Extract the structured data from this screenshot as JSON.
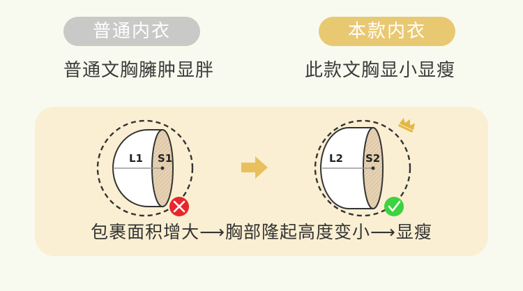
{
  "header": {
    "left_badge": "普通内衣",
    "right_badge": "本款内衣",
    "left_desc": "普通文胸臃肿显胖",
    "right_desc": "此款文胸显小显瘦"
  },
  "diagram": {
    "left_cup": {
      "label_main": "L1",
      "label_side": "S1",
      "status": "cross"
    },
    "right_cup": {
      "label_main": "L2",
      "label_side": "S2",
      "status": "check"
    },
    "caption": "包裹面积增大⟶胸部隆起高度变小⟶显瘦"
  },
  "colors": {
    "gray_badge": "#c9c9c7",
    "gold_badge": "#e9c872",
    "panel": "#faefd2",
    "arrow": "#e8c05e",
    "cross": "#e8262d",
    "check": "#3ed23e",
    "crown": "#e2b742"
  }
}
